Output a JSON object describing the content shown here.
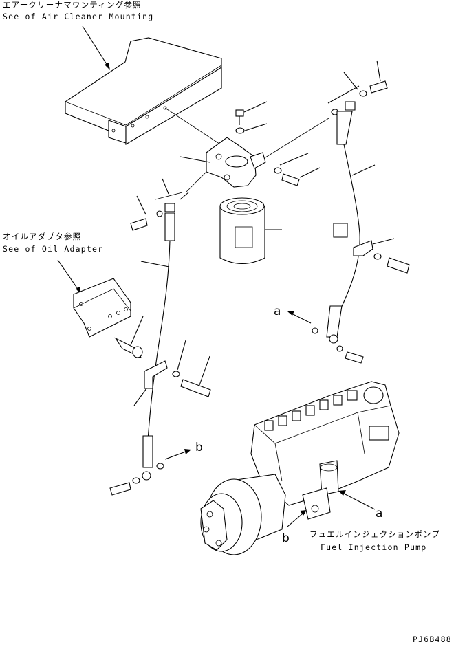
{
  "labels": {
    "air_cleaner_jp": "エアークリーナマウンティング参照",
    "air_cleaner_en": "See of Air Cleaner Mounting",
    "oil_adapter_jp": "オイルアダプタ参照",
    "oil_adapter_en": "See of Oil Adapter",
    "fuel_pump_jp": "フュエルインジェクションポンプ",
    "fuel_pump_en": "Fuel Injection Pump",
    "ref_a_upper": "a",
    "ref_a_lower": "a",
    "ref_b_upper": "b",
    "ref_b_lower": "b",
    "drawing_number": "PJ6B488"
  }
}
